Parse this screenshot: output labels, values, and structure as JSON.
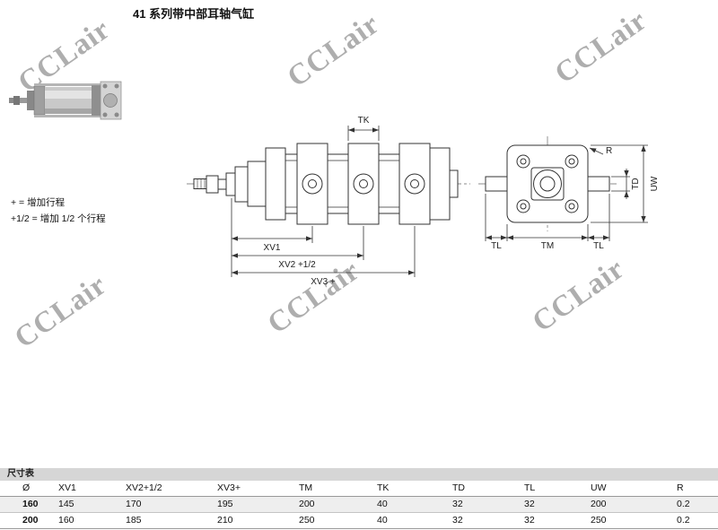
{
  "page": {
    "title": "41 系列带中部耳轴气缸"
  },
  "notes": {
    "line1": "+ = 增加行程",
    "line2": "+1/2 = 增加 1/2 个行程"
  },
  "watermark": {
    "text": "CCLair",
    "color": "#8f8f8f"
  },
  "diagram": {
    "labels": {
      "tk": "TK",
      "xv1": "XV1",
      "xv2": "XV2 +1/2",
      "xv3": "XV3 +",
      "tl": "TL",
      "tm": "TM",
      "r": "R",
      "td": "TD",
      "uw": "UW"
    }
  },
  "table": {
    "title": "尺寸表",
    "columns": [
      "Ø",
      "XV1",
      "XV2+1/2",
      "XV3+",
      "TM",
      "TK",
      "TD",
      "TL",
      "UW",
      "R"
    ],
    "rows": [
      [
        "160",
        "145",
        "170",
        "195",
        "200",
        "40",
        "32",
        "32",
        "200",
        "0.2"
      ],
      [
        "200",
        "160",
        "185",
        "210",
        "250",
        "40",
        "32",
        "32",
        "250",
        "0.2"
      ]
    ]
  }
}
